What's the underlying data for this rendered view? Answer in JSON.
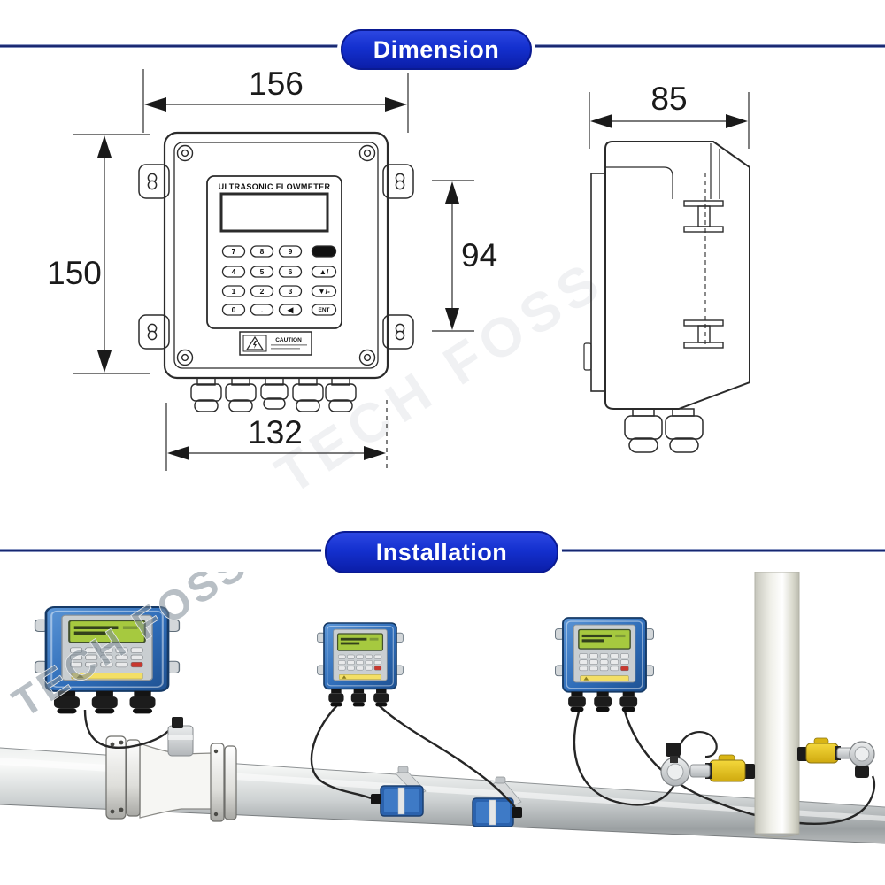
{
  "header": {
    "dimension_label": "Dimension",
    "installation_label": "Installation"
  },
  "colors": {
    "pill_blue": "#1430cf",
    "pill_border": "#0a1a92",
    "divider_navy": "#16266f",
    "drawing_ink": "#2b2b2b",
    "meter_blue": "#2e6cb8",
    "lcd_green": "#a6c93f",
    "valve_yellow": "#e6c31e",
    "pipe_gray": "#c0c4c5",
    "caution_yellow": "#f3df66"
  },
  "front_view": {
    "device_title": "ULTRASONIC FLOWMETER",
    "caution_label": "CAUTION",
    "width_mm": "156",
    "height_mm": "150",
    "glands_width_mm": "132",
    "bracket_span_mm": "94",
    "keypad": [
      [
        "7",
        "8",
        "9",
        ""
      ],
      [
        "4",
        "5",
        "6",
        "▲/"
      ],
      [
        "1",
        "2",
        "3",
        "▼/-"
      ],
      [
        "0",
        ".",
        "◀",
        "ENT"
      ]
    ]
  },
  "side_view": {
    "depth_mm": "85"
  },
  "watermark": {
    "text": "TECH FOSS"
  }
}
